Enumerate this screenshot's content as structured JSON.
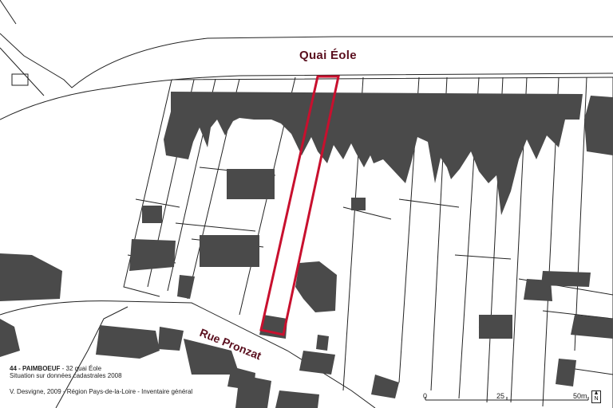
{
  "streets": {
    "quai": "Quai Éole",
    "rue": "Rue Pronzat"
  },
  "caption": {
    "code": "44 - PAIMBOEUF",
    "address": " - 32 quai Éole",
    "line2": "Situation sur données cadastrales 2008",
    "credit": "V. Desvigne, 2009 - Région Pays-de-la-Loire - Inventaire général"
  },
  "scale_bar": {
    "labels": [
      "0",
      "25",
      "50m"
    ],
    "max_m": 50
  },
  "north_label": "N",
  "colors": {
    "building": "#4a4a4a",
    "outline": "#222222",
    "highlight": "#c8102e",
    "label": "#5a0f1e"
  }
}
